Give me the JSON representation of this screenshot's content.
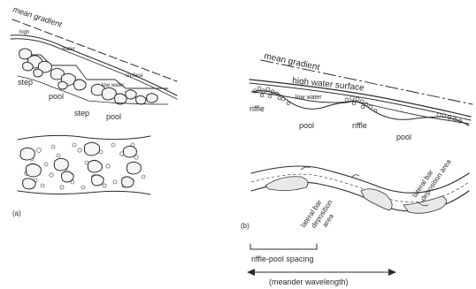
{
  "panel_a": {
    "mean_gradient": "mean gradient",
    "high": "high",
    "water": "water",
    "surface": "surface",
    "low_water": "low water",
    "step1": "step",
    "pool1": "pool",
    "step2": "step",
    "pool2": "pool",
    "letter": "(a)"
  },
  "panel_b": {
    "mean_gradient": "mean gradient",
    "high_water_surface": "high water surface",
    "low_water": "low water",
    "riffle1": "riffle",
    "pool1": "pool",
    "riffle2": "riffle",
    "pool2": "pool",
    "lateral_bar_left": [
      "lateral bar",
      "deposition",
      "area"
    ],
    "lateral_bar_right": [
      "lateral bar",
      "deposition area"
    ],
    "letter": "(b)",
    "riffle_pool_spacing": "riffle-pool spacing",
    "meander_wavelength": "(meander wavelength)"
  }
}
